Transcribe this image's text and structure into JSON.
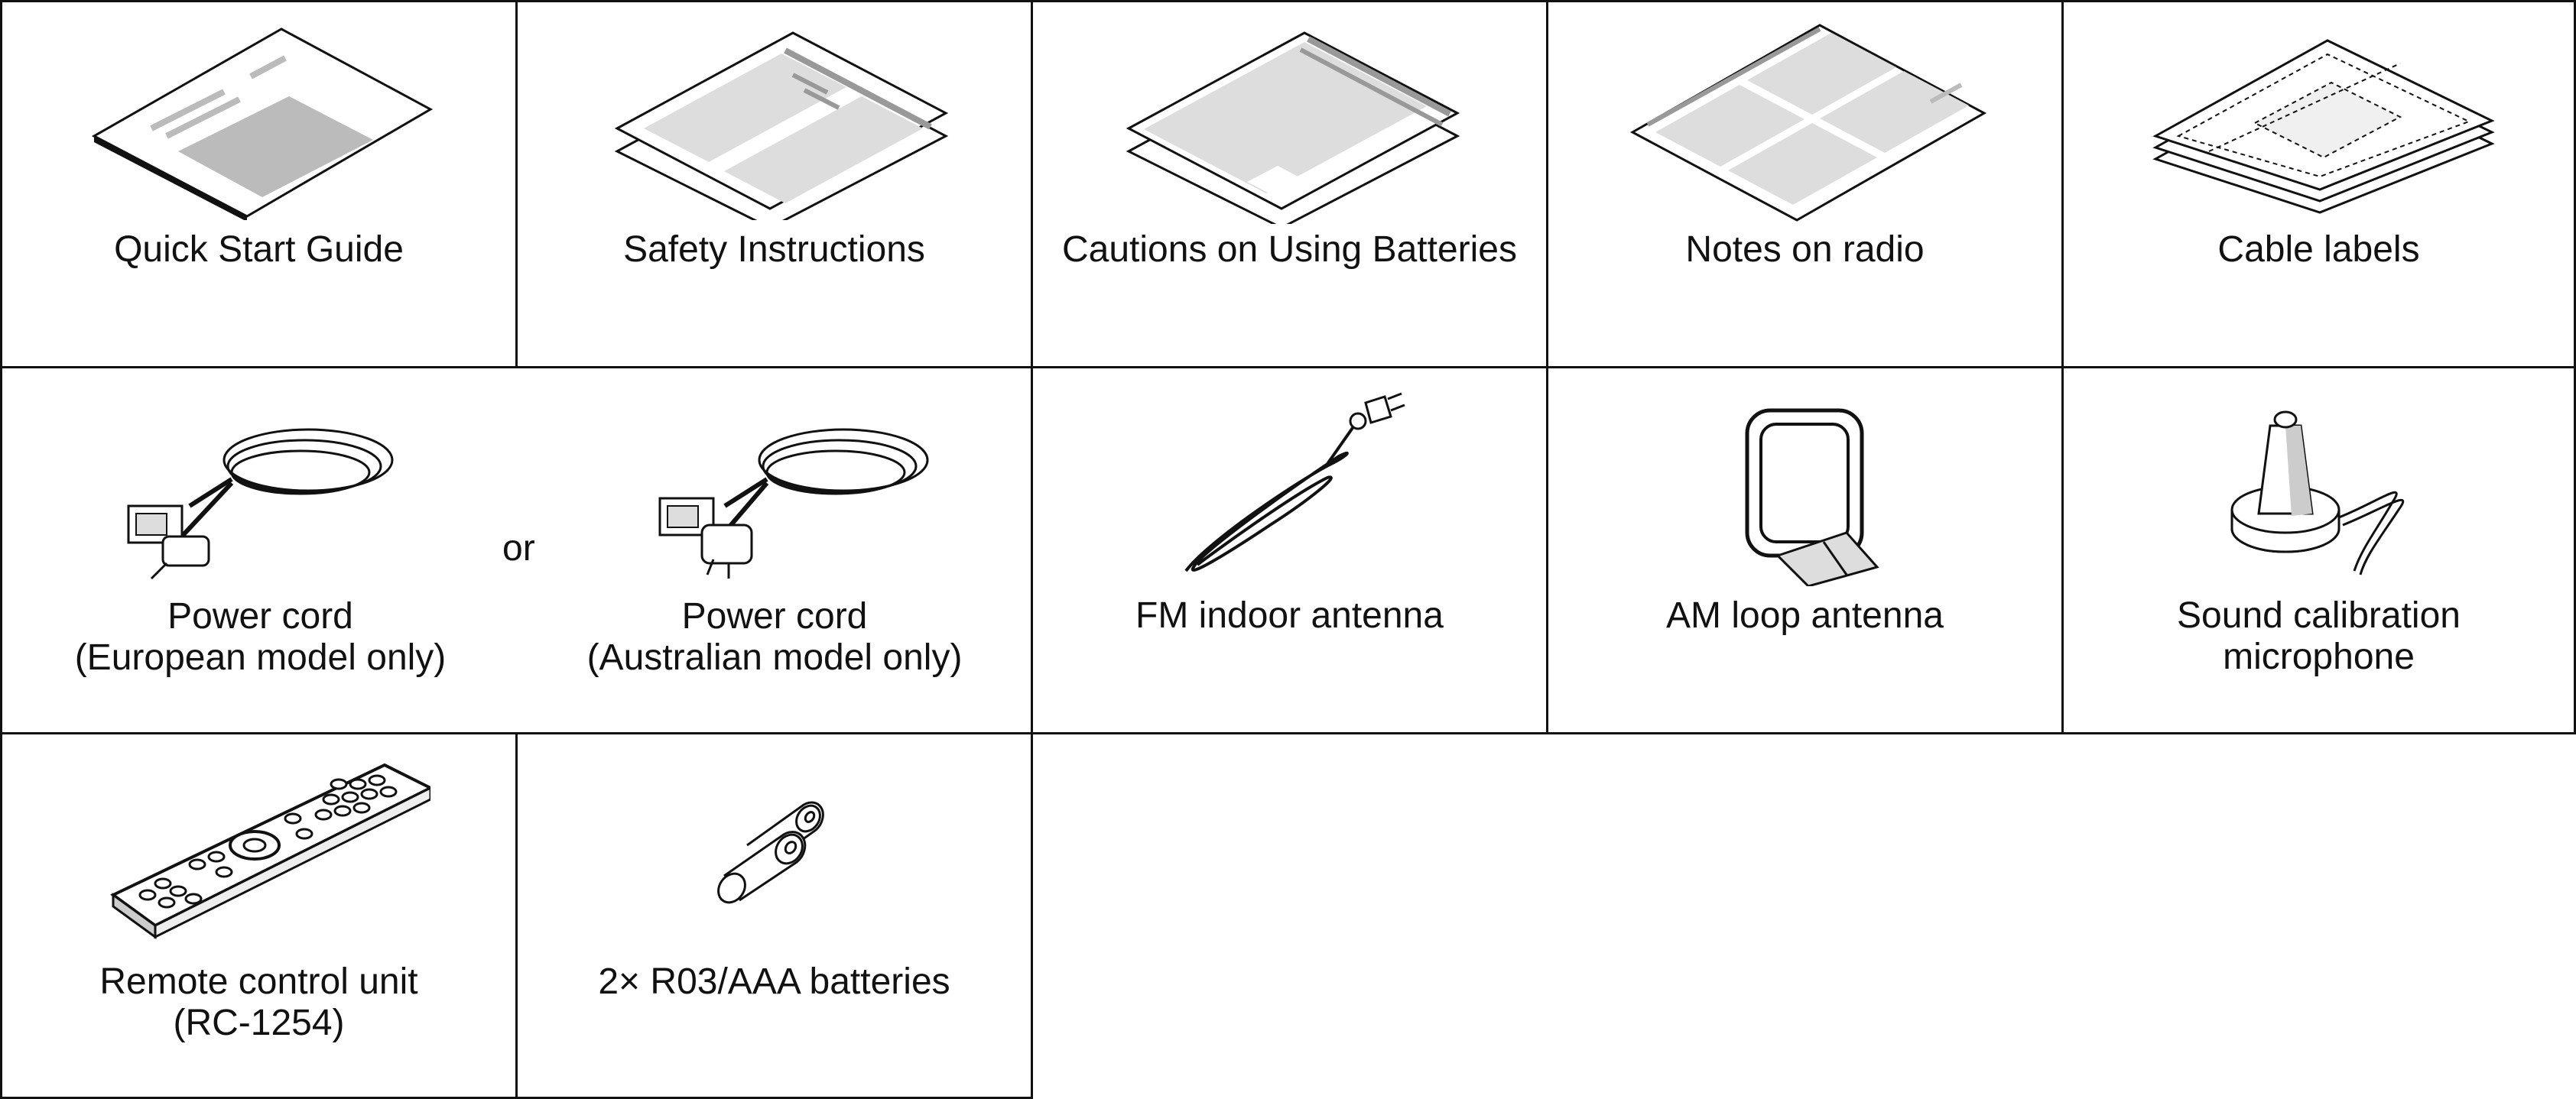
{
  "items": {
    "quick_start_guide": {
      "label": "Quick Start Guide"
    },
    "safety_instructions": {
      "label": "Safety Instructions"
    },
    "cautions_batteries": {
      "label": "Cautions on Using Batteries"
    },
    "notes_on_radio": {
      "label": "Notes on radio"
    },
    "cable_labels": {
      "label": "Cable labels"
    },
    "power_cord_eu": {
      "line1": "Power cord",
      "line2": "(European model only)"
    },
    "separator_or": "or",
    "power_cord_au": {
      "line1": "Power cord",
      "line2": "(Australian model only)"
    },
    "fm_antenna": {
      "label": "FM indoor antenna"
    },
    "am_antenna": {
      "label": "AM loop antenna"
    },
    "microphone": {
      "line1": "Sound calibration",
      "line2": "microphone"
    },
    "remote_control": {
      "line1": "Remote control unit",
      "line2": "(RC-1254)"
    },
    "batteries": {
      "label": "2× R03/AAA batteries"
    }
  }
}
